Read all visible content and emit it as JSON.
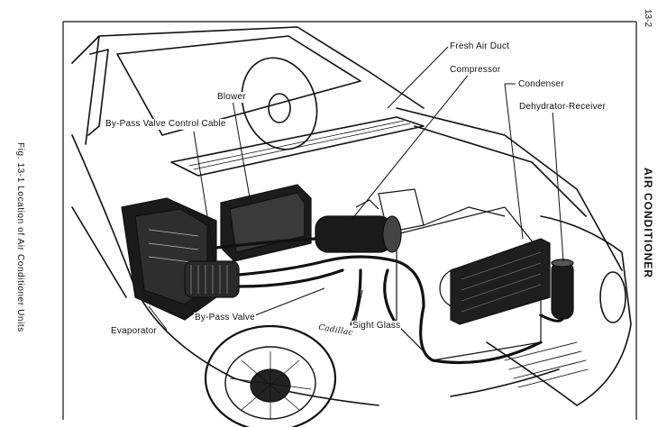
{
  "figure": {
    "caption": "Fig. 13-1   Location of Air Conditioner Units",
    "section_title": "AIR CONDITIONER",
    "page_number": "13-2"
  },
  "callouts": {
    "fresh_air_duct": "Fresh Air Duct",
    "compressor": "Compressor",
    "condenser": "Condenser",
    "dehydrator_receiver": "Dehydrator-Receiver",
    "blower": "Blower",
    "bypass_valve_control_cable": "By-Pass Valve Control Cable",
    "evaporator": "Evaporator",
    "bypass_valve": "By-Pass Valve",
    "sight_glass": "Sight Glass"
  },
  "emblem": "Cadillac"
}
